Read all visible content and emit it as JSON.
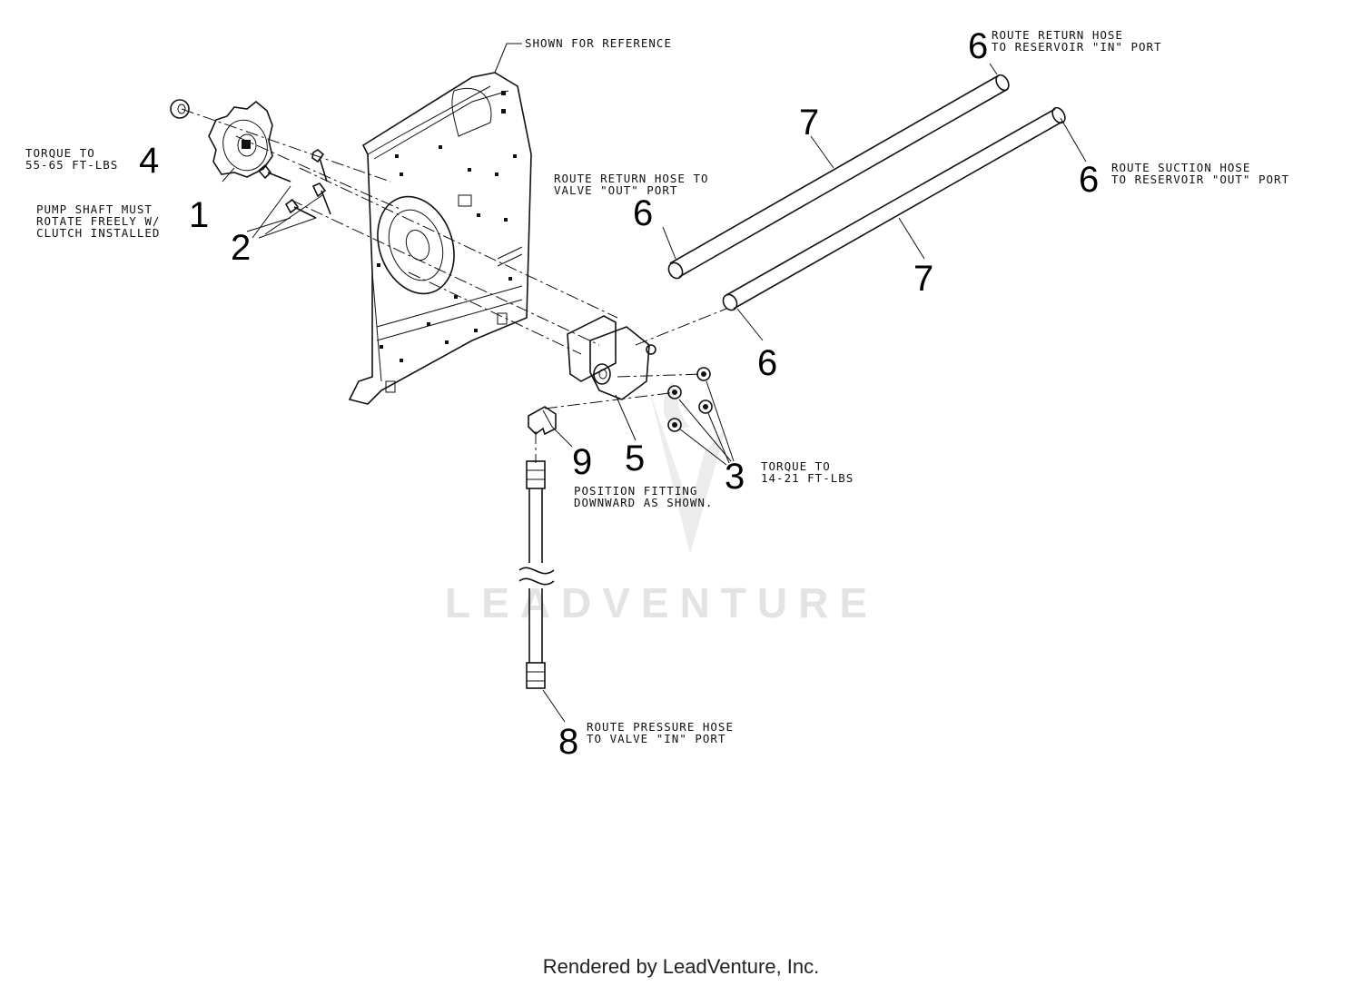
{
  "notes": {
    "shown_for_reference": "SHOWN FOR REFERENCE",
    "torque_4": [
      "TORQUE TO",
      "55-65 FT-LBS"
    ],
    "pump_shaft": [
      "PUMP SHAFT MUST",
      "ROTATE FREELY W/",
      "CLUTCH INSTALLED"
    ],
    "return_to_valve": [
      "ROUTE RETURN HOSE TO",
      "VALVE  \"OUT\" PORT"
    ],
    "return_to_reservoir": [
      "ROUTE RETURN HOSE",
      "TO RESERVOIR \"IN\" PORT"
    ],
    "suction_to_reservoir": [
      "ROUTE SUCTION HOSE",
      "TO RESERVOIR \"OUT\" PORT"
    ],
    "torque_3": [
      "TORQUE TO",
      "14-21 FT-LBS"
    ],
    "position_fitting": [
      "POSITION FITTING",
      "DOWNWARD AS SHOWN."
    ],
    "pressure_hose": [
      "ROUTE PRESSURE HOSE",
      "TO VALVE \"IN\" PORT"
    ]
  },
  "callouts": {
    "c1": "1",
    "c2": "2",
    "c3": "3",
    "c4": "4",
    "c5": "5",
    "c6a": "6",
    "c6b": "6",
    "c6c": "6",
    "c6d": "6",
    "c7a": "7",
    "c7b": "7",
    "c8": "8",
    "c9": "9"
  },
  "watermark": "LEADVENTURE",
  "footer": "Rendered by LeadVenture, Inc."
}
